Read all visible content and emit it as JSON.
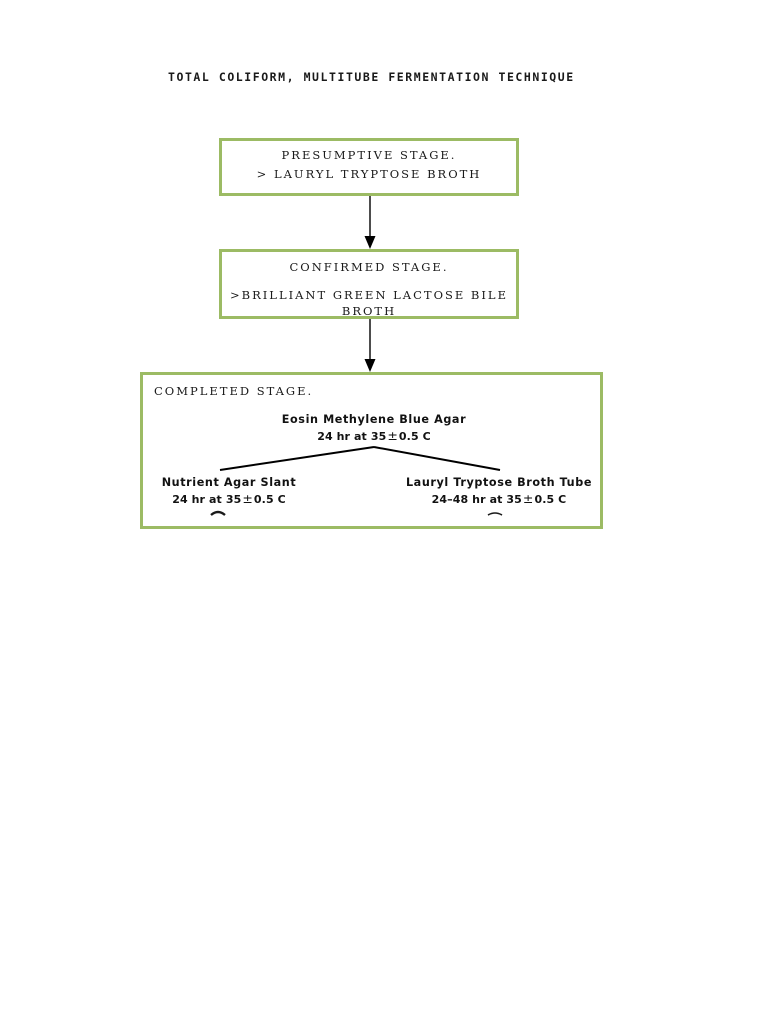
{
  "document": {
    "title": "TOTAL COLIFORM, MULTITUBE FERMENTATION TECHNIQUE",
    "background_color": "#ffffff",
    "box_border_color": "#9cbb64",
    "text_color": "#1a1a1a",
    "connector_color": "#000000"
  },
  "flowchart": {
    "stages": [
      {
        "id": "presumptive",
        "label": "PRESUMPTIVE STAGE.",
        "medium": "> LAURYL TRYPTOSE BROTH"
      },
      {
        "id": "confirmed",
        "label": "CONFIRMED STAGE.",
        "medium": ">BRILLIANT GREEN LACTOSE BILE BROTH"
      },
      {
        "id": "completed",
        "label": "COMPLETED STAGE."
      }
    ],
    "connectors": [
      {
        "from": "presumptive",
        "to": "confirmed",
        "type": "arrow-down"
      },
      {
        "from": "confirmed",
        "to": "completed",
        "type": "arrow-down"
      }
    ],
    "completed_subdiagram": {
      "parent": {
        "id": "emb",
        "title": "Eosin Methylene Blue Agar",
        "incubation_prefix": "24 hr at 35",
        "incubation_pm": "±",
        "incubation_suffix": "0.5 C"
      },
      "branches": [
        {
          "id": "nutrient-agar-slant",
          "title": "Nutrient Agar Slant",
          "incubation_prefix": "24 hr at 35",
          "incubation_pm": "±",
          "incubation_suffix": "0.5 C"
        },
        {
          "id": "lauryl-tryptose-broth-tube",
          "title": "Lauryl Tryptose Broth Tube",
          "incubation_prefix": "24–48 hr at 35",
          "incubation_pm": "±",
          "incubation_suffix": "0.5 C"
        }
      ]
    }
  }
}
